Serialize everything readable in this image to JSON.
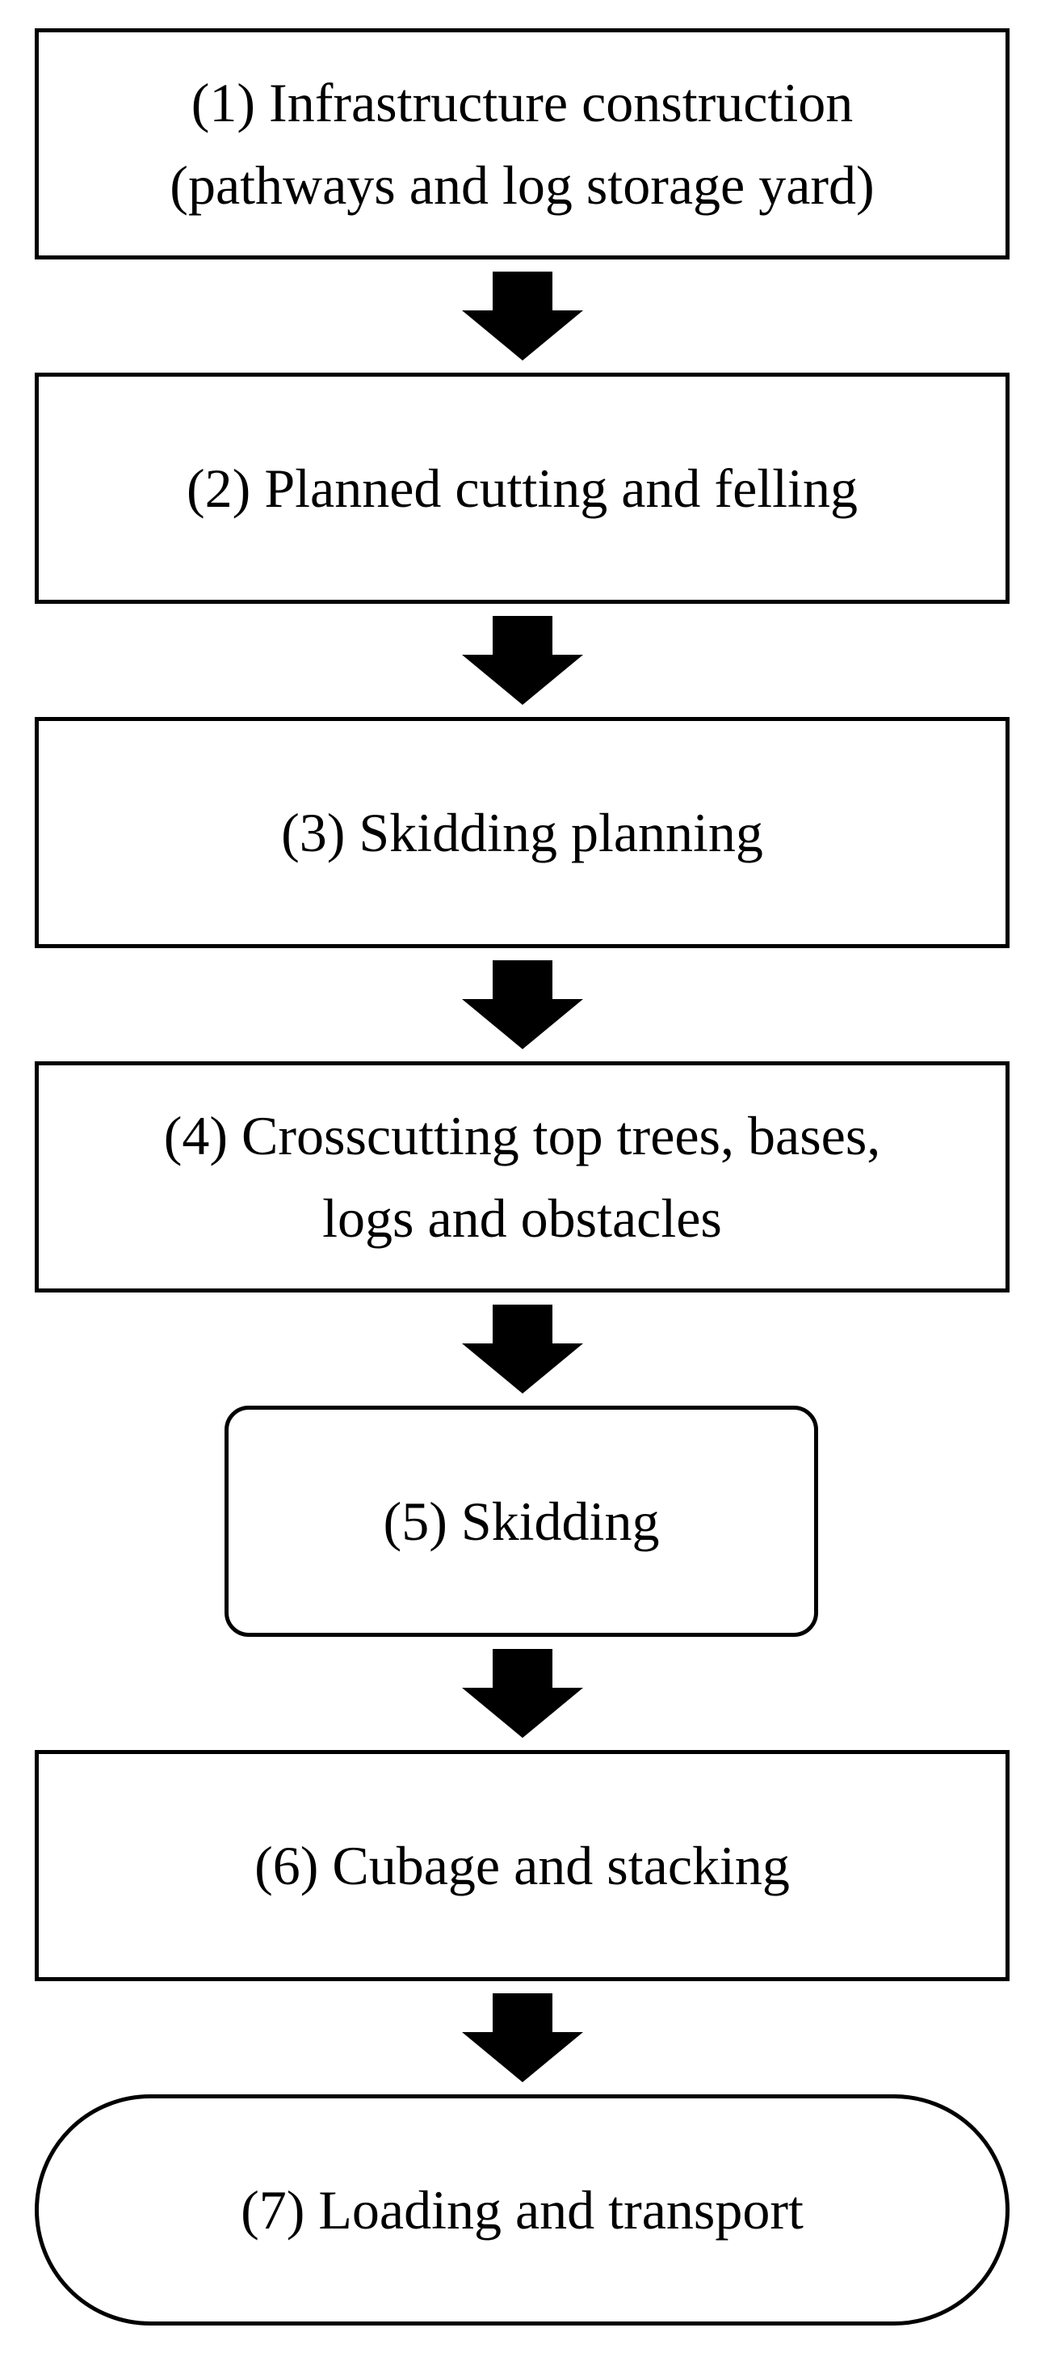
{
  "steps": [
    {
      "label_line1": "(1) Infrastructure construction",
      "label_line2": "(pathways and log storage yard)"
    },
    {
      "label_line1": "(2) Planned cutting and felling"
    },
    {
      "label_line1": "(3) Skidding planning"
    },
    {
      "label_line1": "(4) Crosscutting top trees, bases,",
      "label_line2": "logs and obstacles"
    },
    {
      "label_line1": "(5) Skidding"
    },
    {
      "label_line1": "(6) Cubage and stacking"
    },
    {
      "label_line1": "(7) Loading and transport"
    }
  ],
  "colors": {
    "stroke": "#000000",
    "fill": "#ffffff",
    "arrow": "#000000"
  }
}
